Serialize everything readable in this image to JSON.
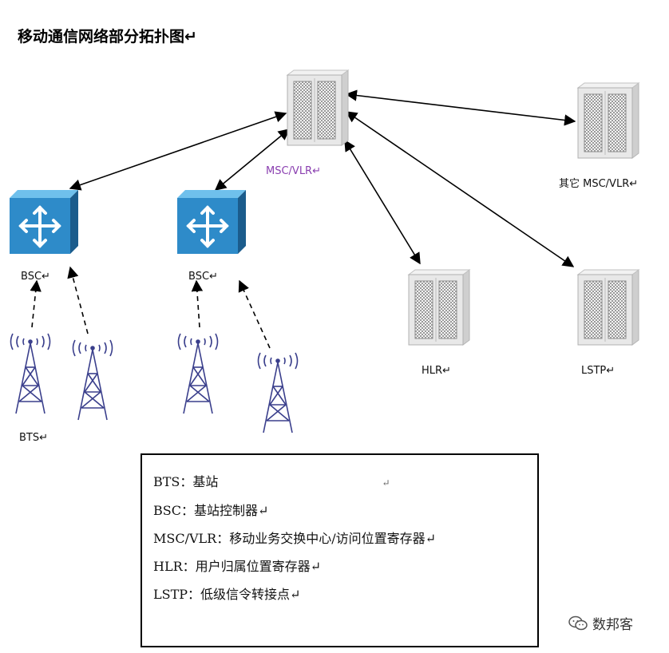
{
  "title": "移动通信网络部分拓扑图↵",
  "nodes": {
    "msc_vlr": "MSC/VLR↵",
    "other_msc": "其它 MSC/VLR↵",
    "hlr": "HLR↵",
    "lstp": "LSTP↵",
    "bsc_1": "BSC↵",
    "bsc_2": "BSC↵",
    "bts": "BTS↵"
  },
  "legend": {
    "lines": [
      "BTS：基站",
      "BSC：基站控制器↵",
      "MSC/VLR：移动业务交换中心/访问位置寄存器↵",
      "HLR：用户归属位置寄存器↵",
      "LSTP：低级信令转接点↵"
    ],
    "first_line_mark": "↵"
  },
  "watermark": "数邦客",
  "colors": {
    "router_fill": "#2e8bc9",
    "router_light": "#6fc0ec",
    "router_dark": "#1b5c8c",
    "server": "#e6e6e6",
    "msc_label": "#8a3fb0",
    "tower": "#3a3f8c"
  }
}
